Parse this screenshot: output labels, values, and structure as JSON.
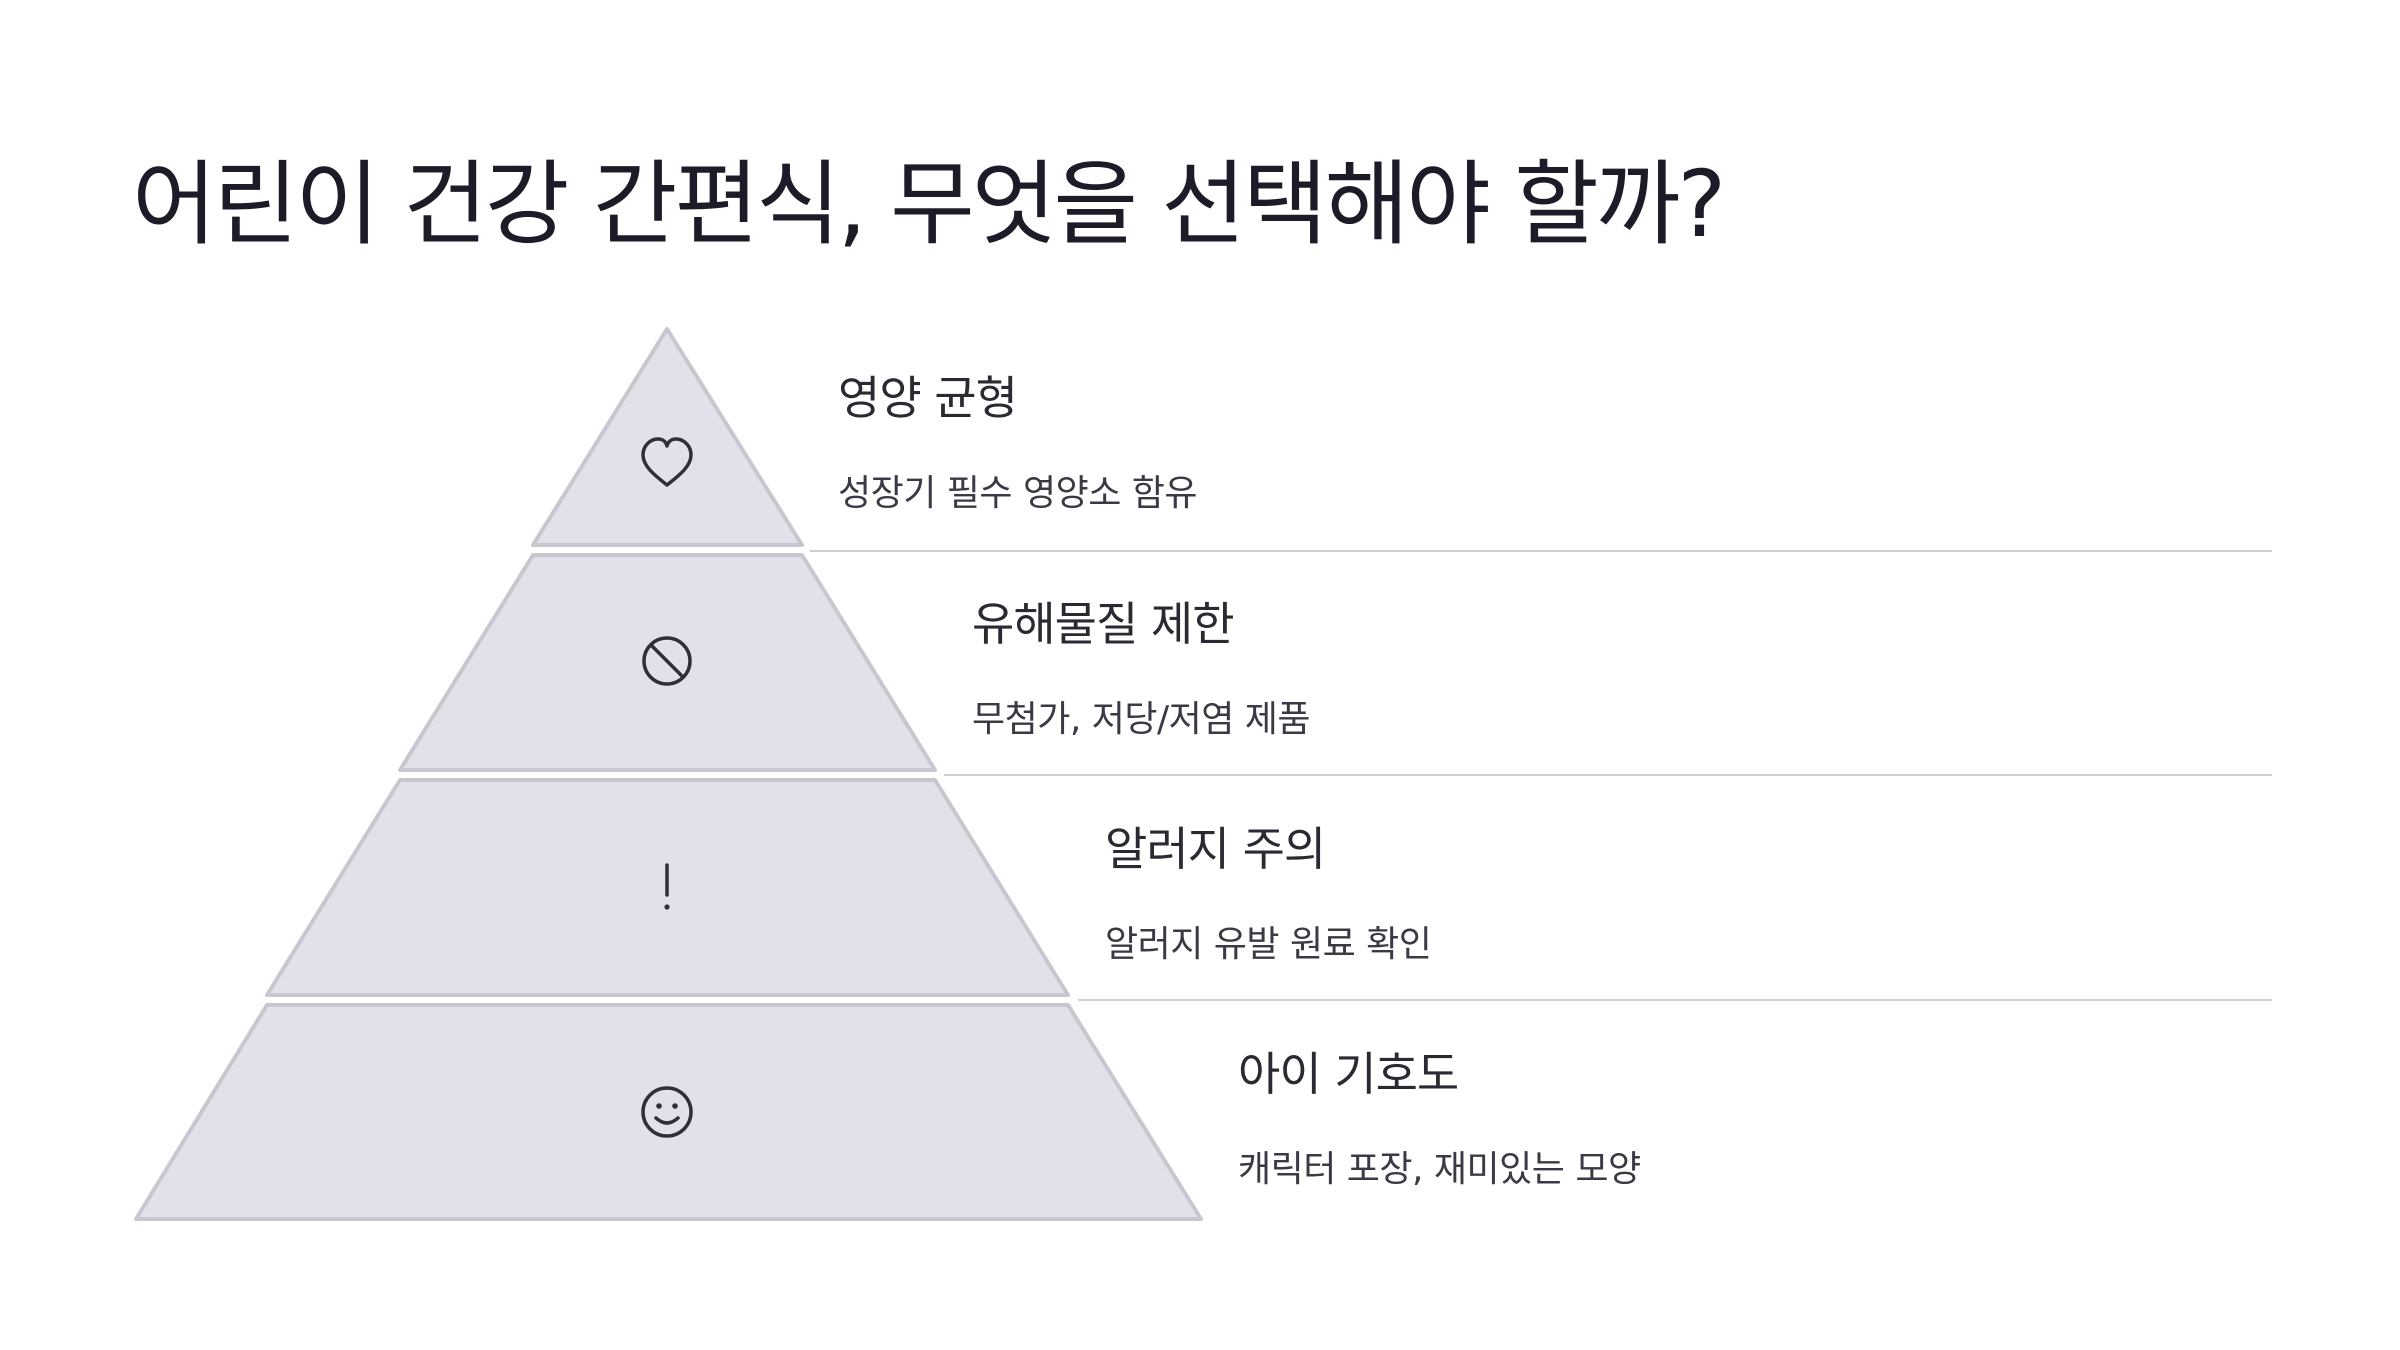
{
  "title": "어린이 건강 간편식, 무엇을 선택해야 할까?",
  "colors": {
    "tier_fill": "#e0e1e9",
    "tier_stroke": "#c6c7cf",
    "divider": "#cfd0d6",
    "icon": "#2f2f38"
  },
  "tiers": [
    {
      "title": "영양 균형",
      "description": "성장기 필수 영양소 함유",
      "icon": "heart-icon"
    },
    {
      "title": "유해물질 제한",
      "description": "무첨가, 저당/저염 제품",
      "icon": "prohibited-icon"
    },
    {
      "title": "알러지 주의",
      "description": "알러지 유발 원료 확인",
      "icon": "exclamation-icon"
    },
    {
      "title": "아이 기호도",
      "description": "캐릭터 포장, 재미있는 모양",
      "icon": "smiley-icon"
    }
  ]
}
